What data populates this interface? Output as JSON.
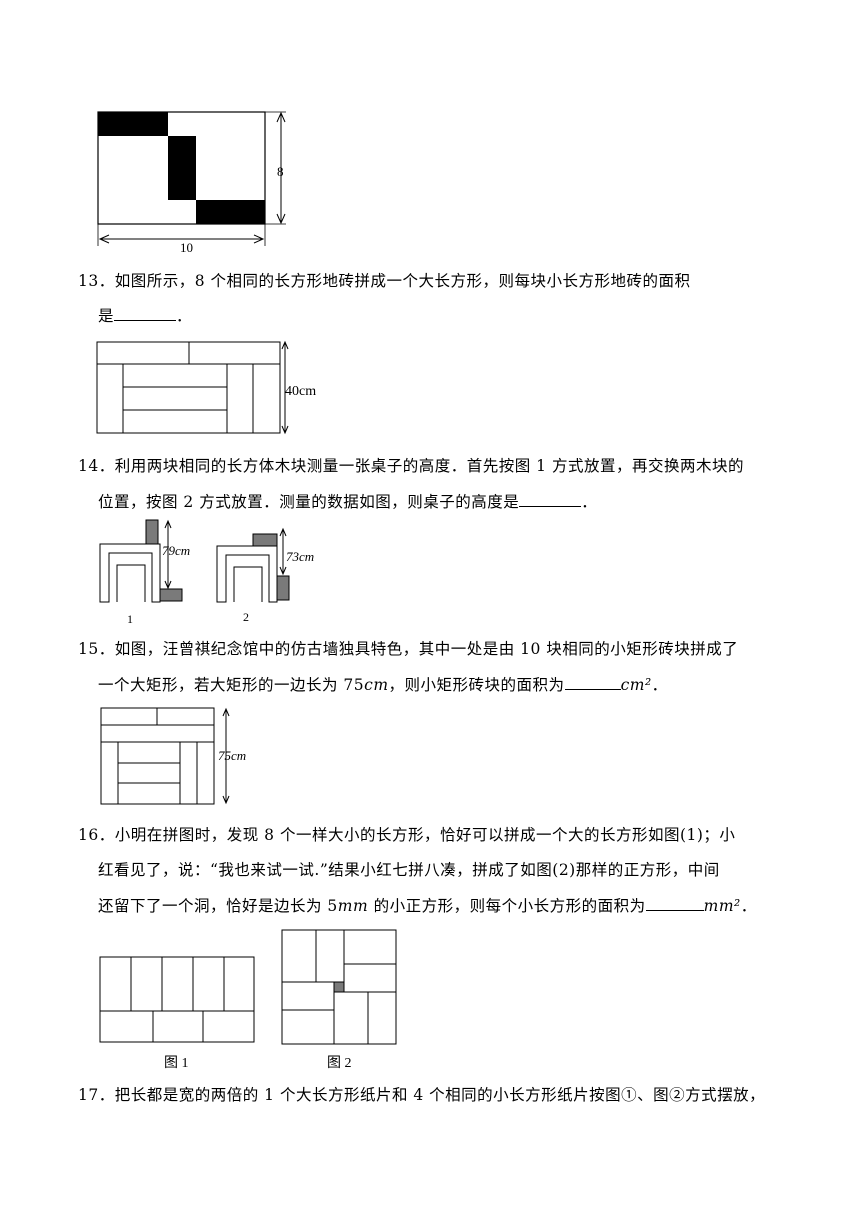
{
  "fig12": {
    "side_label": "8",
    "bottom_label": "10"
  },
  "q13": {
    "line1": "13．如图所示，8 个相同的长方形地砖拼成一个大长方形，则每块小长方形地砖的面积",
    "line2": "是",
    "end": "．",
    "fig_label": "40cm"
  },
  "q14": {
    "line1": "14．利用两块相同的长方体木块测量一张桌子的高度．首先按图 1 方式放置，再交换两木块的",
    "line2": "位置，按图 2 方式放置．测量的数据如图，则桌子的高度是",
    "end": "．",
    "fig1_value": "79cm",
    "fig2_value": "73cm",
    "fig1_caption": "1",
    "fig2_caption": "2"
  },
  "q15": {
    "line1": "15．如图，汪曾祺纪念馆中的仿古墙独具特色，其中一处是由 10 块相同的小矩形砖块拼成了",
    "line2_a": "一个大矩形，若大矩形的一边长为 75",
    "line2_unit": "cm",
    "line2_b": "，则小矩形砖块的面积为",
    "unit": "cm²",
    "end": "．",
    "fig_label": "75cm"
  },
  "q16": {
    "line1": "16．小明在拼图时，发现 8 个一样大小的长方形，恰好可以拼成一个大的长方形如图(1)；小",
    "line2": "红看见了，说：“我也来试一试.”结果小红七拼八凑，拼成了如图(2)那样的正方形，中间",
    "line3_a": "还留下了一个洞，恰好是边长为 5",
    "line3_unit": "mm",
    "line3_b": " 的小正方形，则每个小长方形的面积为",
    "unit": "mm²",
    "end": "．",
    "fig1_caption": "图 1",
    "fig2_caption": "图 2"
  },
  "q17": {
    "line1": "17．把长都是宽的两倍的 1 个大长方形纸片和 4 个相同的小长方形纸片按图①、图②方式摆放，"
  }
}
